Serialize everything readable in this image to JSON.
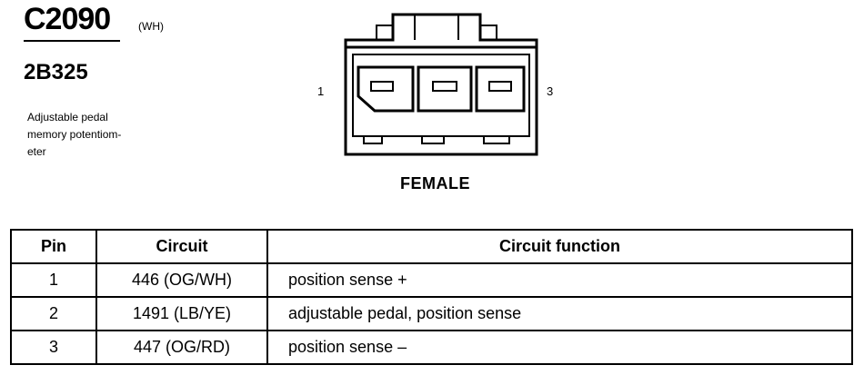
{
  "header": {
    "connector_id": "C2090",
    "color_code": "(WH)",
    "part_number": "2B325",
    "description": "Adjustable pedal\nmemory potentiom-\neter"
  },
  "connector": {
    "pin_left_label": "1",
    "pin_right_label": "3",
    "gender": "FEMALE"
  },
  "table": {
    "headers": {
      "pin": "Pin",
      "circuit": "Circuit",
      "function": "Circuit function"
    },
    "rows": [
      {
        "pin": "1",
        "circuit": "446 (OG/WH)",
        "function": "position sense +"
      },
      {
        "pin": "2",
        "circuit": "1491 (LB/YE)",
        "function": "adjustable pedal, position sense"
      },
      {
        "pin": "3",
        "circuit": "447 (OG/RD)",
        "function": "position sense –"
      }
    ]
  }
}
